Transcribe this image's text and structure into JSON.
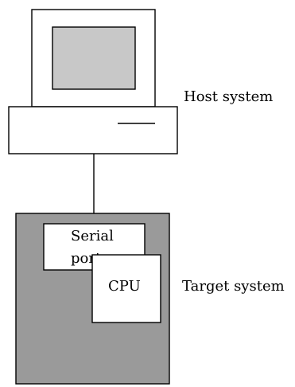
{
  "host": {
    "label": "Host system"
  },
  "target": {
    "label": "Target system",
    "serial_port_line1": "Serial",
    "serial_port_line2": "port",
    "cpu_label": "CPU"
  },
  "colors": {
    "stroke": "#000000",
    "monitor_screen": "#c8c8c8",
    "target_board": "#9a9a9a",
    "background": "#ffffff"
  }
}
